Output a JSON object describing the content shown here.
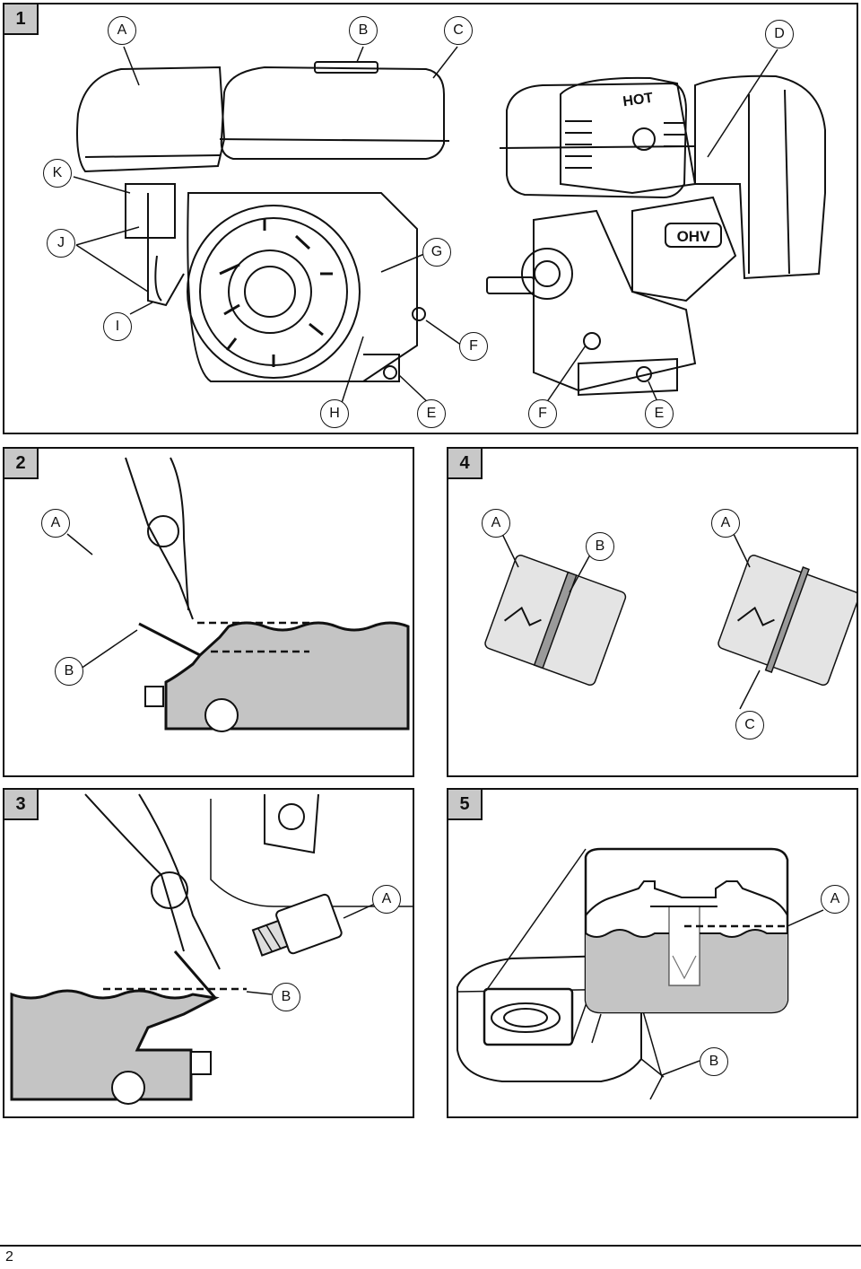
{
  "panels": {
    "p1": {
      "number": "1",
      "labels": [
        "A",
        "B",
        "C",
        "D",
        "K",
        "J",
        "G",
        "I",
        "F",
        "H",
        "E",
        "F",
        "E"
      ],
      "plate_text": "OHV",
      "hot_text": "HOT"
    },
    "p2": {
      "number": "2",
      "labels": [
        "A",
        "B"
      ]
    },
    "p3": {
      "number": "3",
      "labels": [
        "A",
        "B"
      ]
    },
    "p4": {
      "number": "4",
      "labels": [
        "A",
        "B",
        "A",
        "C"
      ]
    },
    "p5": {
      "number": "5",
      "labels": [
        "A",
        "B"
      ]
    }
  },
  "page_number": "2",
  "colors": {
    "oil": "#c4c4c4",
    "line": "#111111",
    "dipstick_band": "#9a9a9a"
  }
}
